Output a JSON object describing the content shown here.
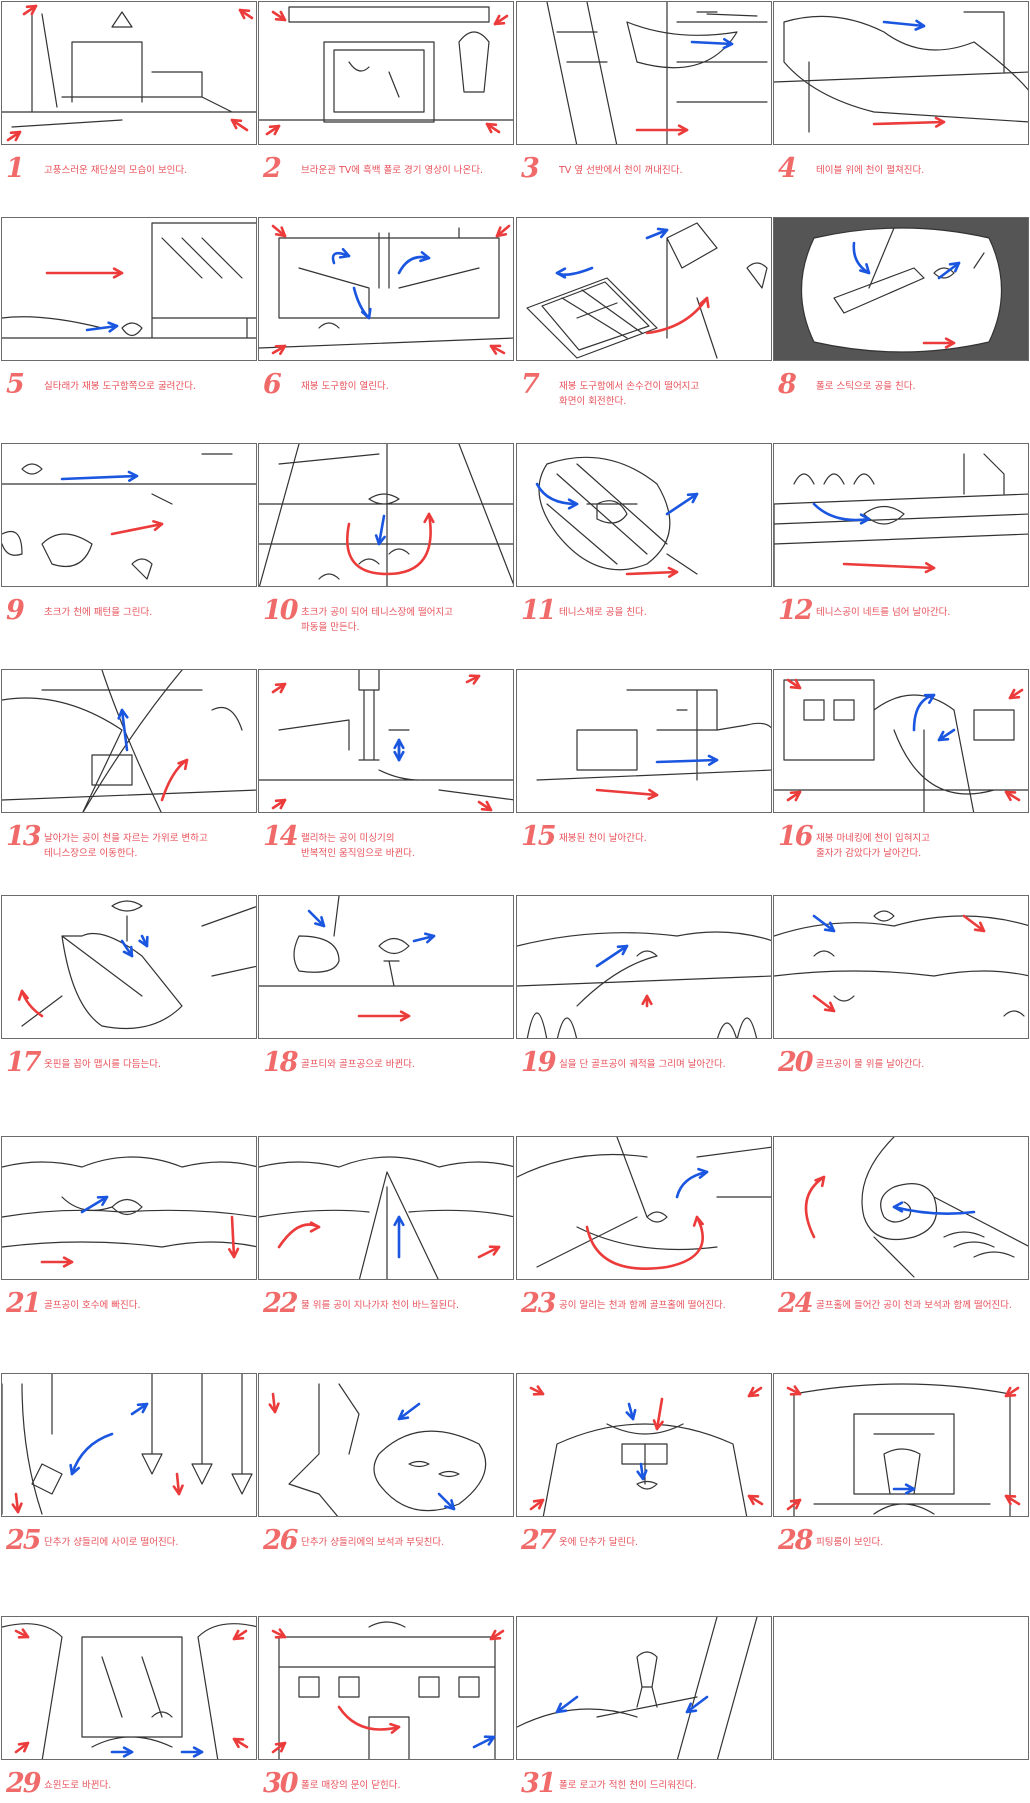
{
  "palette": {
    "caption": "#e8525b",
    "number": "#f06a6a",
    "arrow_red": "#ec3b3b",
    "arrow_blue": "#1a56e0"
  },
  "panels": [
    {
      "number": "1",
      "caption": "고풍스러운 재단실의 모습이 보인다."
    },
    {
      "number": "2",
      "caption": "브라운관 TV에 흑백 폴로 경기 영상이 나온다."
    },
    {
      "number": "3",
      "caption": "TV 옆 선반에서 천이 꺼내진다."
    },
    {
      "number": "4",
      "caption": "테이블 위에 천이 펼쳐진다."
    },
    {
      "number": "5",
      "caption": "실타래가 재봉 도구함쪽으로 굴려간다."
    },
    {
      "number": "6",
      "caption": "재봉 도구함이 열린다."
    },
    {
      "number": "7",
      "caption": "재봉 도구함에서 손수건이 떨어지고\n화면이 회전한다."
    },
    {
      "number": "8",
      "caption": "폴로 스틱으로 공을 친다."
    },
    {
      "number": "9",
      "caption": "초크가 천에 패턴을 그린다."
    },
    {
      "number": "10",
      "caption": "초크가 공이 되어 테니스장에 떨어지고\n파동을 만든다."
    },
    {
      "number": "11",
      "caption": "테니스채로 공을 친다."
    },
    {
      "number": "12",
      "caption": "테니스공이 네트를 넘어 날아간다."
    },
    {
      "number": "13",
      "caption": "날아가는 공이 천을 자르는 가위로 변하고\n테니스장으로 이동한다."
    },
    {
      "number": "14",
      "caption": "랠리하는 공이 미싱기의\n반복적인 움직임으로 바뀐다."
    },
    {
      "number": "15",
      "caption": "재봉된 천이 날아간다."
    },
    {
      "number": "16",
      "caption": "재봉 마네킹에 천이 입혀지고\n줄자가 감았다가 날아간다."
    },
    {
      "number": "17",
      "caption": "옷핀을 꼽아 맵시를 다듬는다."
    },
    {
      "number": "18",
      "caption": "골프티와 골프공으로 바뀐다."
    },
    {
      "number": "19",
      "caption": "실을 단 골프공이 궤적을 그리며 날아간다."
    },
    {
      "number": "20",
      "caption": "골프공이 물 위를 날아간다."
    },
    {
      "number": "21",
      "caption": "골프공이 호수에 빠진다."
    },
    {
      "number": "22",
      "caption": "물 위를 공이 지나가자 천이 바느질된다."
    },
    {
      "number": "23",
      "caption": "공이 말리는 천과 함께 골프홀에 떨어진다."
    },
    {
      "number": "24",
      "caption": "골프홀에 들어간 공이 천과 보석과 함께 떨어진다."
    },
    {
      "number": "25",
      "caption": "단추가 샹들리에 사이로 떨어진다."
    },
    {
      "number": "26",
      "caption": "단추가 샹들리에의 보석과 부딪친다."
    },
    {
      "number": "27",
      "caption": "옷에 단추가 달린다."
    },
    {
      "number": "28",
      "caption": "피팅룸이 보인다."
    },
    {
      "number": "29",
      "caption": "쇼윈도로 바뀐다."
    },
    {
      "number": "30",
      "caption": "폴로 매장의 문이 닫힌다."
    },
    {
      "number": "31",
      "caption": "폴로 로고가 적힌 천이 드리워진다."
    }
  ]
}
